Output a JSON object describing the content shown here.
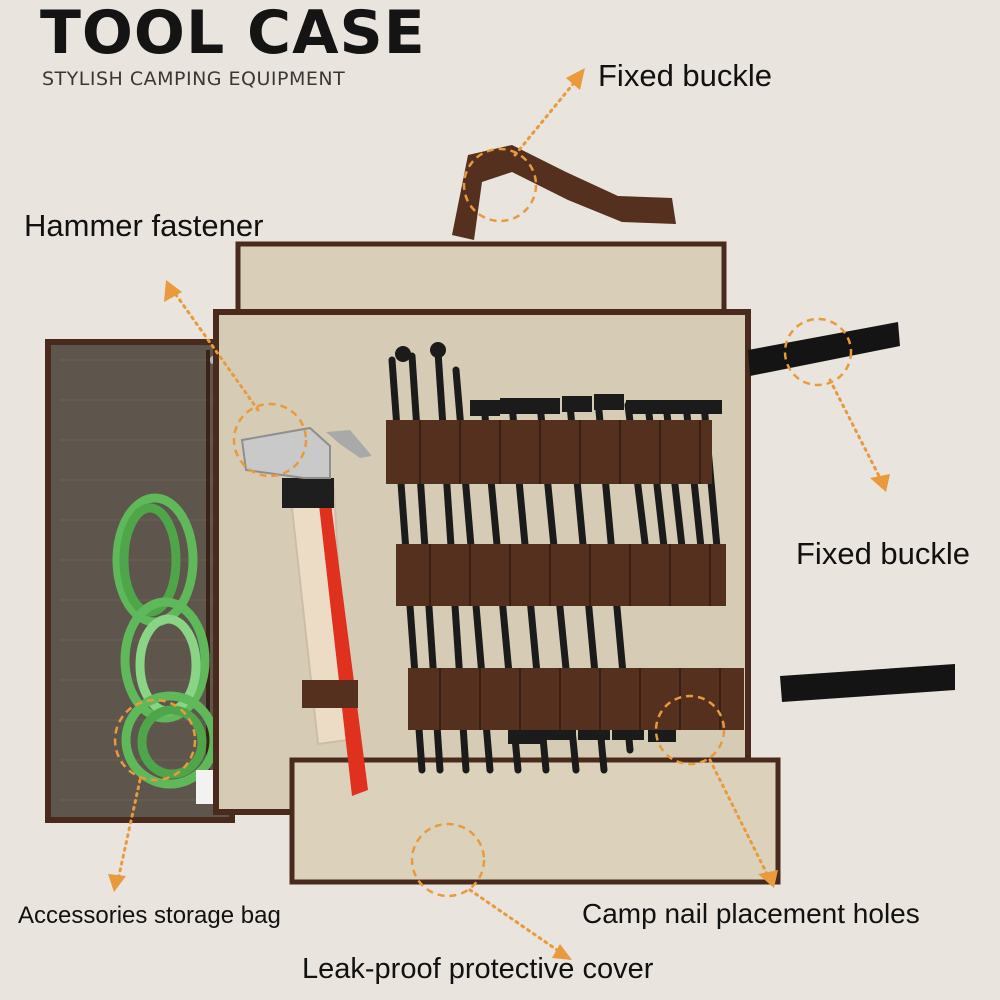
{
  "header": {
    "title": "TOOL CASE",
    "subtitle": "STYLISH CAMPING EQUIPMENT"
  },
  "callouts": {
    "fixed_buckle_top": "Fixed buckle",
    "hammer_fastener": "Hammer fastener",
    "fixed_buckle_right": "Fixed buckle",
    "accessories_storage_bag": "Accessories storage bag",
    "camp_nail_placement_holes": "Camp nail placement holes",
    "leak_proof_cover": "Leak-proof protective cover"
  },
  "colors": {
    "background": "#e9e4dd",
    "canvas": "#d6ccb6",
    "canvas_shadow": "#c7bda6",
    "trim": "#4a2a1c",
    "strap": "#55301f",
    "mesh": "#5e564c",
    "rope": "#5fb85a",
    "hammer_handle": "#ecdcc6",
    "hammer_strap": "#e0301e",
    "hammer_head": "#c9c9c9",
    "stakes": "#1b1b1b",
    "callout": "#e89a3c"
  }
}
